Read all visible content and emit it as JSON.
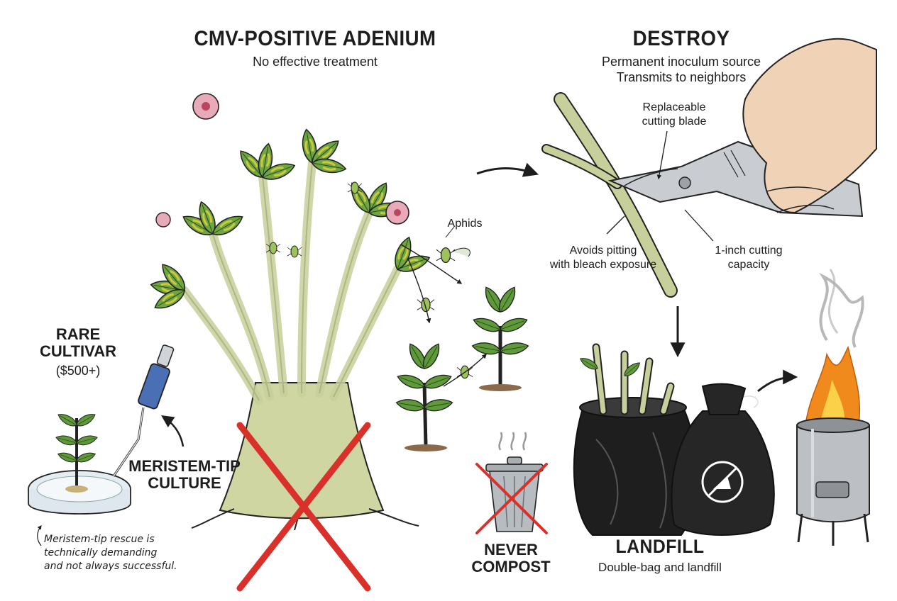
{
  "adenium": {
    "title": "CMV-POSITIVE ADENIUM",
    "subtitle": "No effective treatment"
  },
  "destroy": {
    "title": "DESTROY",
    "lines": [
      "Permanent inoculum source",
      "Transmits to neighbors"
    ]
  },
  "pruner": {
    "blade_label": [
      "Replaceable",
      "cutting blade"
    ],
    "bleach_label": [
      "Avoids pitting",
      "with bleach exposure"
    ],
    "capacity_label": [
      "1-inch cutting",
      "capacity"
    ]
  },
  "aphids_label": "Aphids",
  "rare": {
    "title": [
      "RARE",
      "CULTIVAR"
    ],
    "price": "($500+)"
  },
  "meristem": {
    "label": [
      "MERISTEM-TIP",
      "CULTURE"
    ],
    "note": [
      "Meristem-tip rescue is",
      "technically demanding",
      "and not always successful."
    ]
  },
  "never_compost": [
    "NEVER",
    "COMPOST"
  ],
  "landfill": {
    "title": "LANDFILL",
    "subtitle": "Double-bag and landfill"
  },
  "colors": {
    "outline": "#222222",
    "leaf": "#5f9a3a",
    "leaf_mottle": "#d8cc3f",
    "stem": "#c7cf9a",
    "flower": "#e8a9b8",
    "red_x": "#d9302a",
    "flame": "#f08a1c",
    "bag": "#1e1e1e",
    "pipette": "#4a6fb5"
  }
}
